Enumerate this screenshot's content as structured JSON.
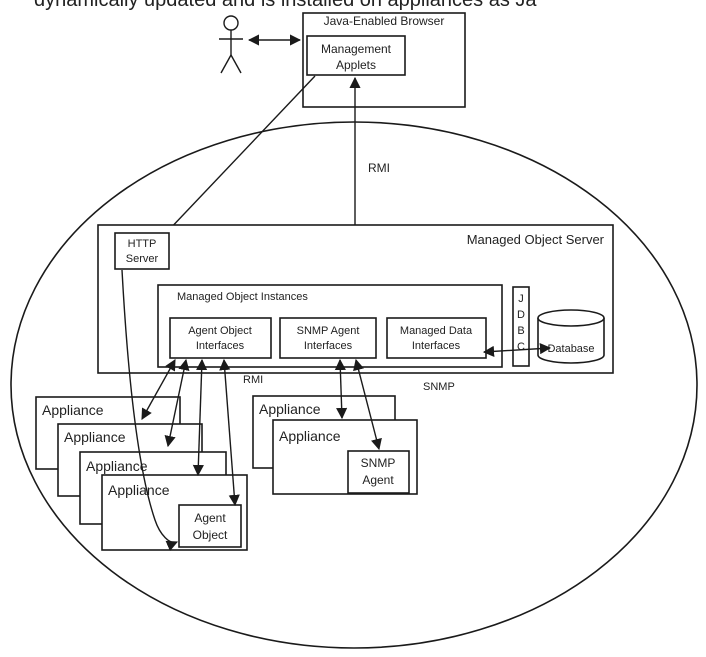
{
  "caption_text": "dynamically updated and is installed on appliances as Ja",
  "browser": {
    "title": "Java-Enabled Browser",
    "applets_line1": "Management",
    "applets_line2": "Applets"
  },
  "protocols": {
    "rmi_top": "RMI",
    "rmi_mid": "RMI",
    "snmp": "SNMP"
  },
  "server": {
    "title": "Managed Object Server",
    "http_line1": "HTTP",
    "http_line2": "Server",
    "instances_title": "Managed Object Instances",
    "agent_if_line1": "Agent Object",
    "agent_if_line2": "Interfaces",
    "snmp_if_line1": "SNMP Agent",
    "snmp_if_line2": "Interfaces",
    "data_if_line1": "Managed Data",
    "data_if_line2": "Interfaces",
    "jdbc_letters": [
      "J",
      "D",
      "B",
      "C"
    ],
    "database": "Database"
  },
  "appliances": {
    "label": "Appliance",
    "agent_object_line1": "Agent",
    "agent_object_line2": "Object",
    "snmp_agent_line1": "SNMP",
    "snmp_agent_line2": "Agent"
  },
  "colors": {
    "stroke": "#1a1a1a",
    "text": "#222222",
    "background": "#ffffff"
  }
}
